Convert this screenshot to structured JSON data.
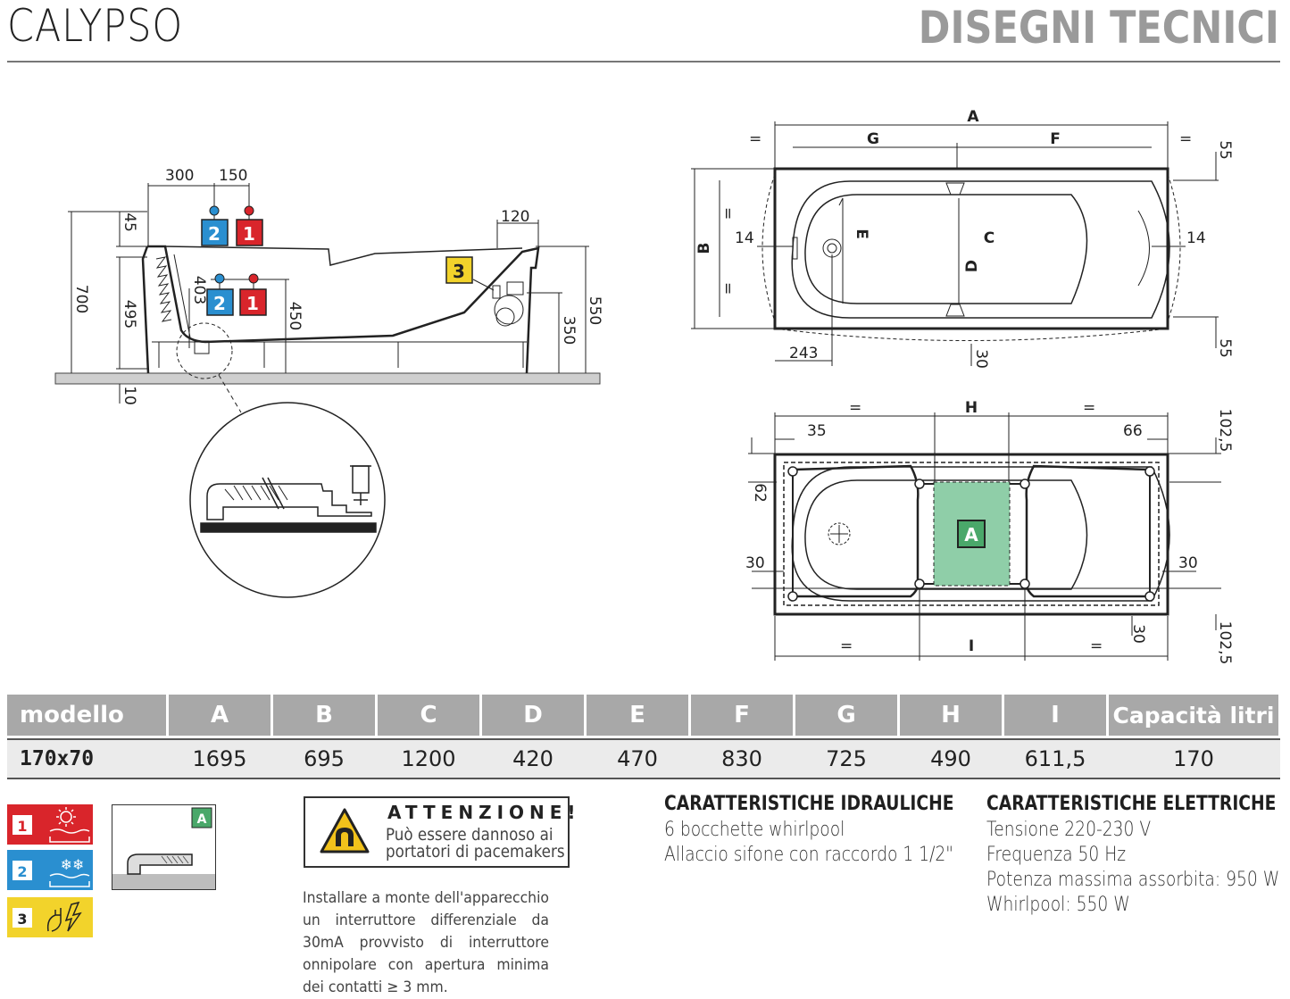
{
  "header": {
    "title": "CALYPSO",
    "section": "DISEGNI TECNICI"
  },
  "side_view": {
    "dims": [
      "300",
      "150",
      "120",
      "45",
      "700",
      "495",
      "403",
      "450",
      "350",
      "550",
      "10"
    ],
    "markers": [
      "2",
      "1",
      "2",
      "1",
      "3"
    ]
  },
  "top_view": {
    "letters": [
      "A",
      "G",
      "F",
      "B",
      "C",
      "D",
      "E"
    ],
    "dims": [
      "55",
      "14",
      "14",
      "243",
      "30",
      "55"
    ],
    "equal": "="
  },
  "bottom_view": {
    "letters": [
      "H",
      "I",
      "A"
    ],
    "dims": [
      "35",
      "66",
      "102,5",
      "62",
      "30",
      "30",
      "30",
      "102,5"
    ],
    "equal": "="
  },
  "table": {
    "headers": [
      "modello",
      "A",
      "B",
      "C",
      "D",
      "E",
      "F",
      "G",
      "H",
      "I",
      "Capacità litri"
    ],
    "rows": [
      [
        "170x70",
        "1695",
        "695",
        "1200",
        "420",
        "470",
        "830",
        "725",
        "490",
        "611,5",
        "170"
      ]
    ]
  },
  "legend": {
    "items": [
      {
        "num": "1",
        "color": "#d9252b"
      },
      {
        "num": "2",
        "color": "#2a8fd0"
      },
      {
        "num": "3",
        "color": "#f2d32b"
      }
    ],
    "siphon_label": "A"
  },
  "warning": {
    "title": "ATTENZIONE!",
    "lines": [
      "Può essere dannoso ai",
      "portatori di pacemakers"
    ]
  },
  "install_note": "Installare a monte dell'apparecchio un interruttore differenziale da 30mA provvisto di interruttore onnipolare con apertura minima dei contatti ≥ 3 mm.",
  "hydraulic": {
    "title": "CARATTERISTICHE IDRAULICHE",
    "lines": [
      "6 bocchette whirlpool",
      "Allaccio sifone con raccordo 1 1/2\""
    ]
  },
  "electric": {
    "title": "CARATTERISTICHE ELETTRICHE",
    "lines": [
      "Tensione 220-230 V",
      "Frequenza 50 Hz",
      "Potenza massima assorbita: 950 W",
      "Whirlpool: 550 W"
    ]
  }
}
